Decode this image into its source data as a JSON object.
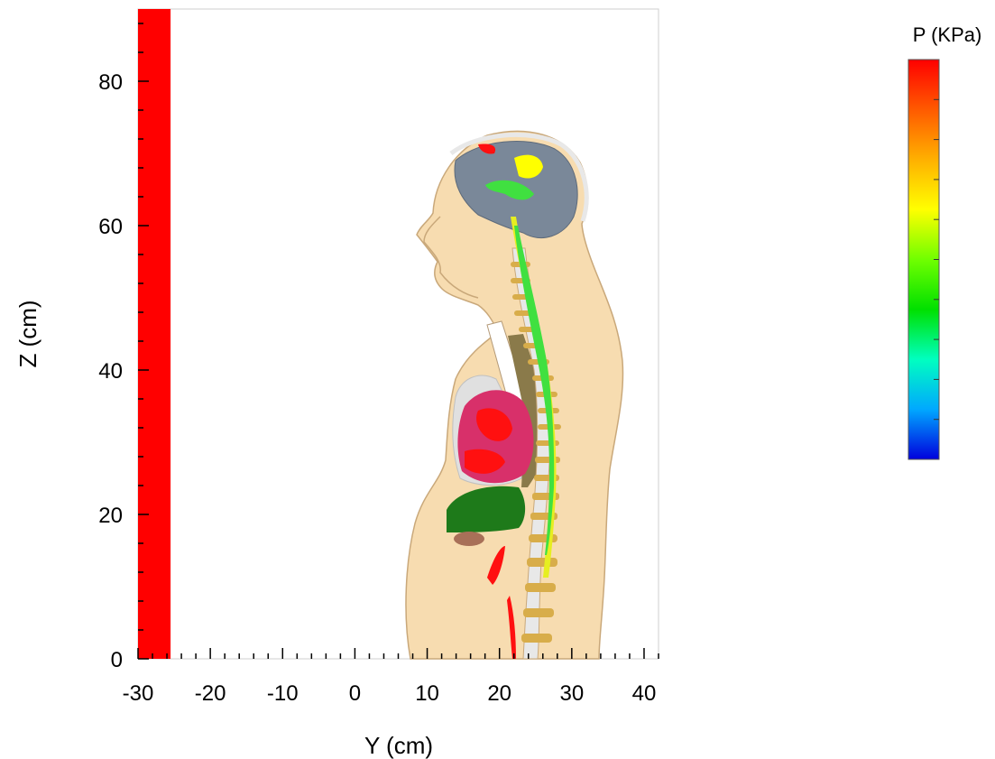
{
  "chart_data": {
    "type": "heatmap",
    "xlabel": "Y (cm)",
    "ylabel": "Z (cm)",
    "xlim": [
      -30,
      42
    ],
    "ylim": [
      0,
      90
    ],
    "x_ticks": [
      -30,
      -20,
      -10,
      0,
      10,
      20,
      30,
      40
    ],
    "y_ticks": [
      0,
      20,
      40,
      60,
      80
    ],
    "colorbar": {
      "title": "P (KPa)",
      "colors": [
        "#0000dd",
        "#00a8ff",
        "#00ffc0",
        "#00e000",
        "#70ff00",
        "#ffff00",
        "#ffb000",
        "#ff5a00",
        "#ff0000"
      ]
    },
    "source_region": {
      "y_range": [
        -30,
        -25.5
      ],
      "z_range": [
        0,
        90
      ],
      "level": "max",
      "color": "#ff0000"
    },
    "body_tissue_colors": {
      "skin_fat": "#f7dcb0",
      "brain": "#7a8899",
      "bone": "#d8ad4a",
      "lung": "#e0e0e0",
      "heart": "#d8306a",
      "liver": "#1e7a1a",
      "blood": "#ff1010",
      "spinal_cord": "#e6ee20",
      "csf": "#40e040"
    }
  }
}
